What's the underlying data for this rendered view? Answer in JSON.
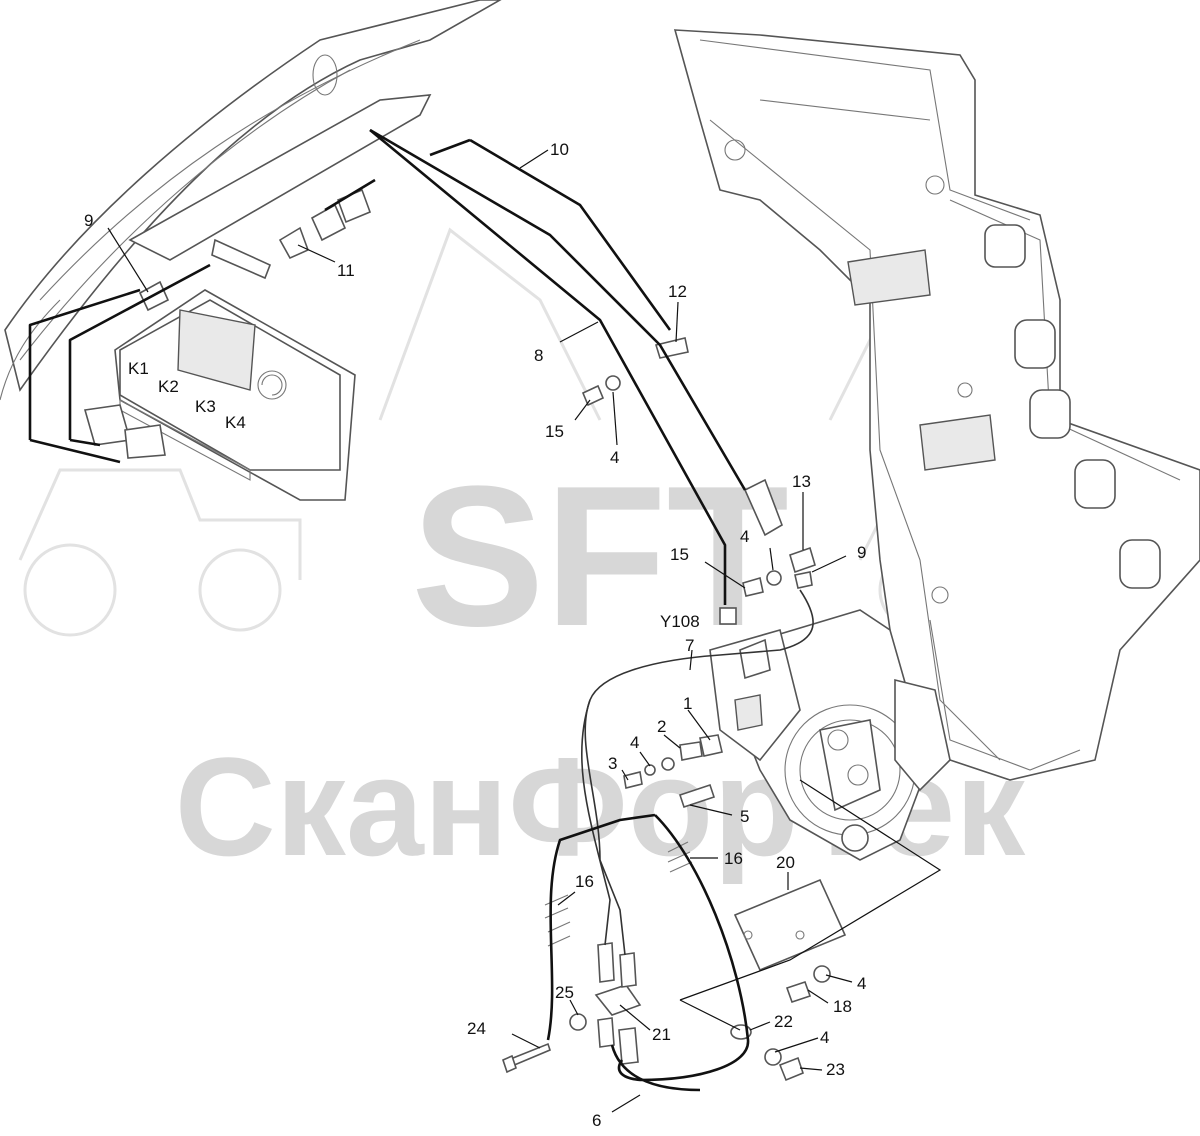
{
  "watermark": {
    "brand": "SFT",
    "company": "СканФорТек"
  },
  "module_keys": [
    "K1",
    "K2",
    "K3",
    "K4"
  ],
  "callouts": [
    {
      "id": "c10",
      "text": "10"
    },
    {
      "id": "c9a",
      "text": "9"
    },
    {
      "id": "c11",
      "text": "11"
    },
    {
      "id": "c12",
      "text": "12"
    },
    {
      "id": "c8",
      "text": "8"
    },
    {
      "id": "c15a",
      "text": "15"
    },
    {
      "id": "c4a",
      "text": "4"
    },
    {
      "id": "c13",
      "text": "13"
    },
    {
      "id": "c4b",
      "text": "4"
    },
    {
      "id": "c9b",
      "text": "9"
    },
    {
      "id": "c15b",
      "text": "15"
    },
    {
      "id": "cY108",
      "text": "Y108"
    },
    {
      "id": "c7",
      "text": "7"
    },
    {
      "id": "c1",
      "text": "1"
    },
    {
      "id": "c2",
      "text": "2"
    },
    {
      "id": "c4c",
      "text": "4"
    },
    {
      "id": "c3",
      "text": "3"
    },
    {
      "id": "c5",
      "text": "5"
    },
    {
      "id": "c16a",
      "text": "16"
    },
    {
      "id": "c16b",
      "text": "16"
    },
    {
      "id": "c20",
      "text": "20"
    },
    {
      "id": "c4d",
      "text": "4"
    },
    {
      "id": "c18",
      "text": "18"
    },
    {
      "id": "c25",
      "text": "25"
    },
    {
      "id": "c24",
      "text": "24"
    },
    {
      "id": "c21",
      "text": "21"
    },
    {
      "id": "c22",
      "text": "22"
    },
    {
      "id": "c4e",
      "text": "4"
    },
    {
      "id": "c23",
      "text": "23"
    },
    {
      "id": "c6",
      "text": "6"
    }
  ]
}
